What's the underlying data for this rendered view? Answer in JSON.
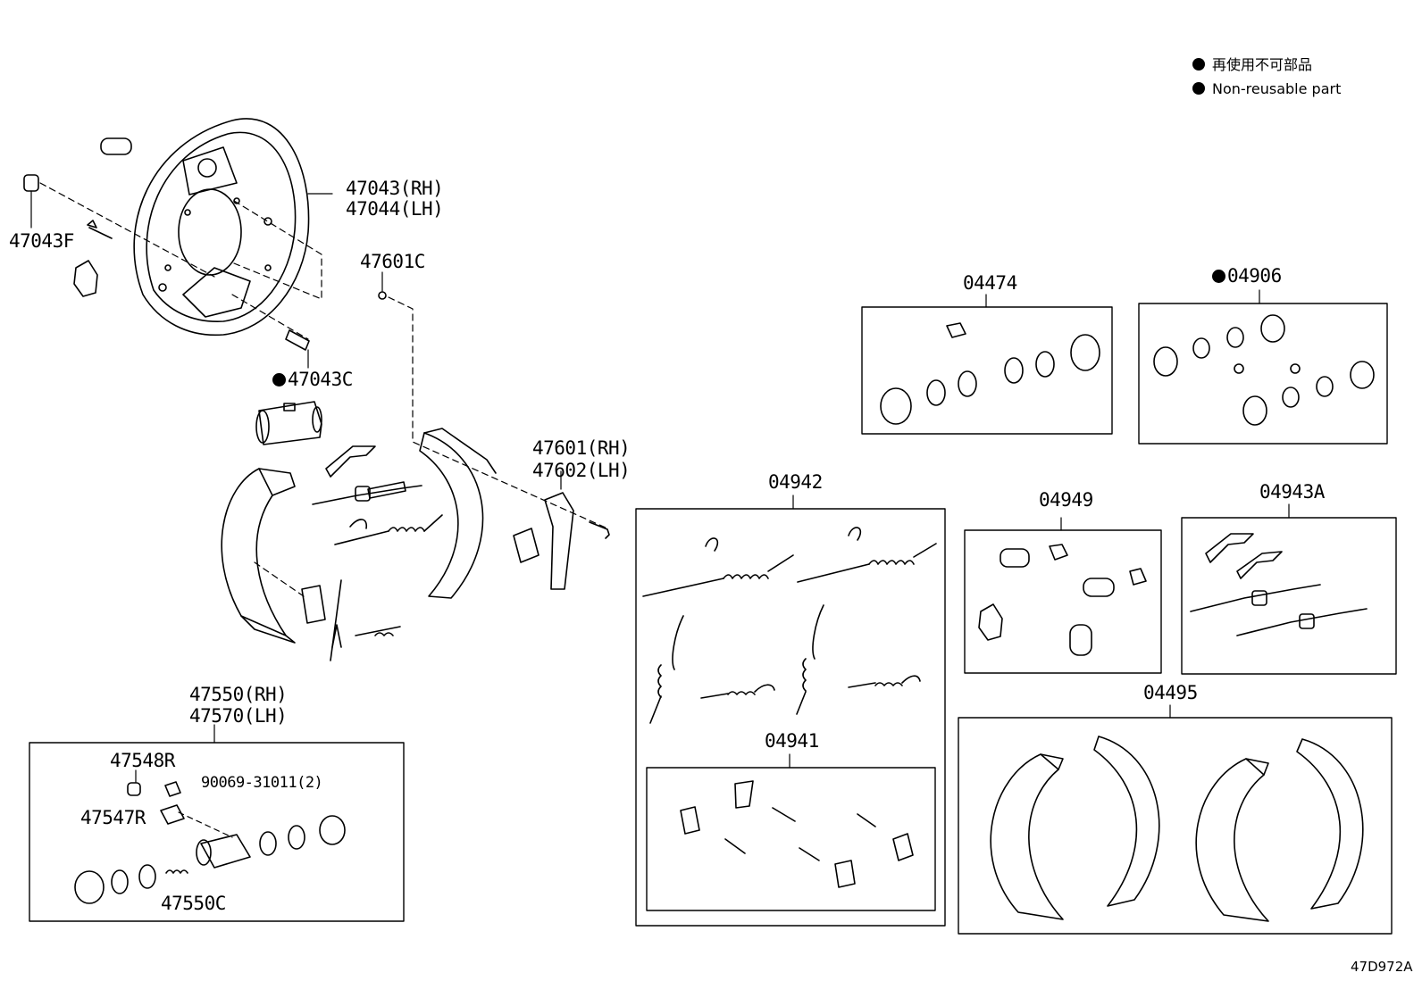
{
  "legend": {
    "line1": "再使用不可部品",
    "line2": "Non-reusable part"
  },
  "figure_id": "47D972A",
  "parts": {
    "p47043rh": "47043(RH)",
    "p47044lh": "47044(LH)",
    "p47043f": "47043F",
    "p47601c": "47601C",
    "p47043c": "47043C",
    "p47601rh": "47601(RH)",
    "p47602lh": "47602(LH)",
    "p47550rh": "47550(RH)",
    "p47570lh": "47570(LH)",
    "p47548r": "47548R",
    "p90069": "90069-31011(2)",
    "p47547r": "47547R",
    "p47550c": "47550C"
  },
  "kits": {
    "k04474": "04474",
    "k04906": "04906",
    "k04942": "04942",
    "k04941": "04941",
    "k04949": "04949",
    "k04943a": "04943A",
    "k04495": "04495"
  }
}
